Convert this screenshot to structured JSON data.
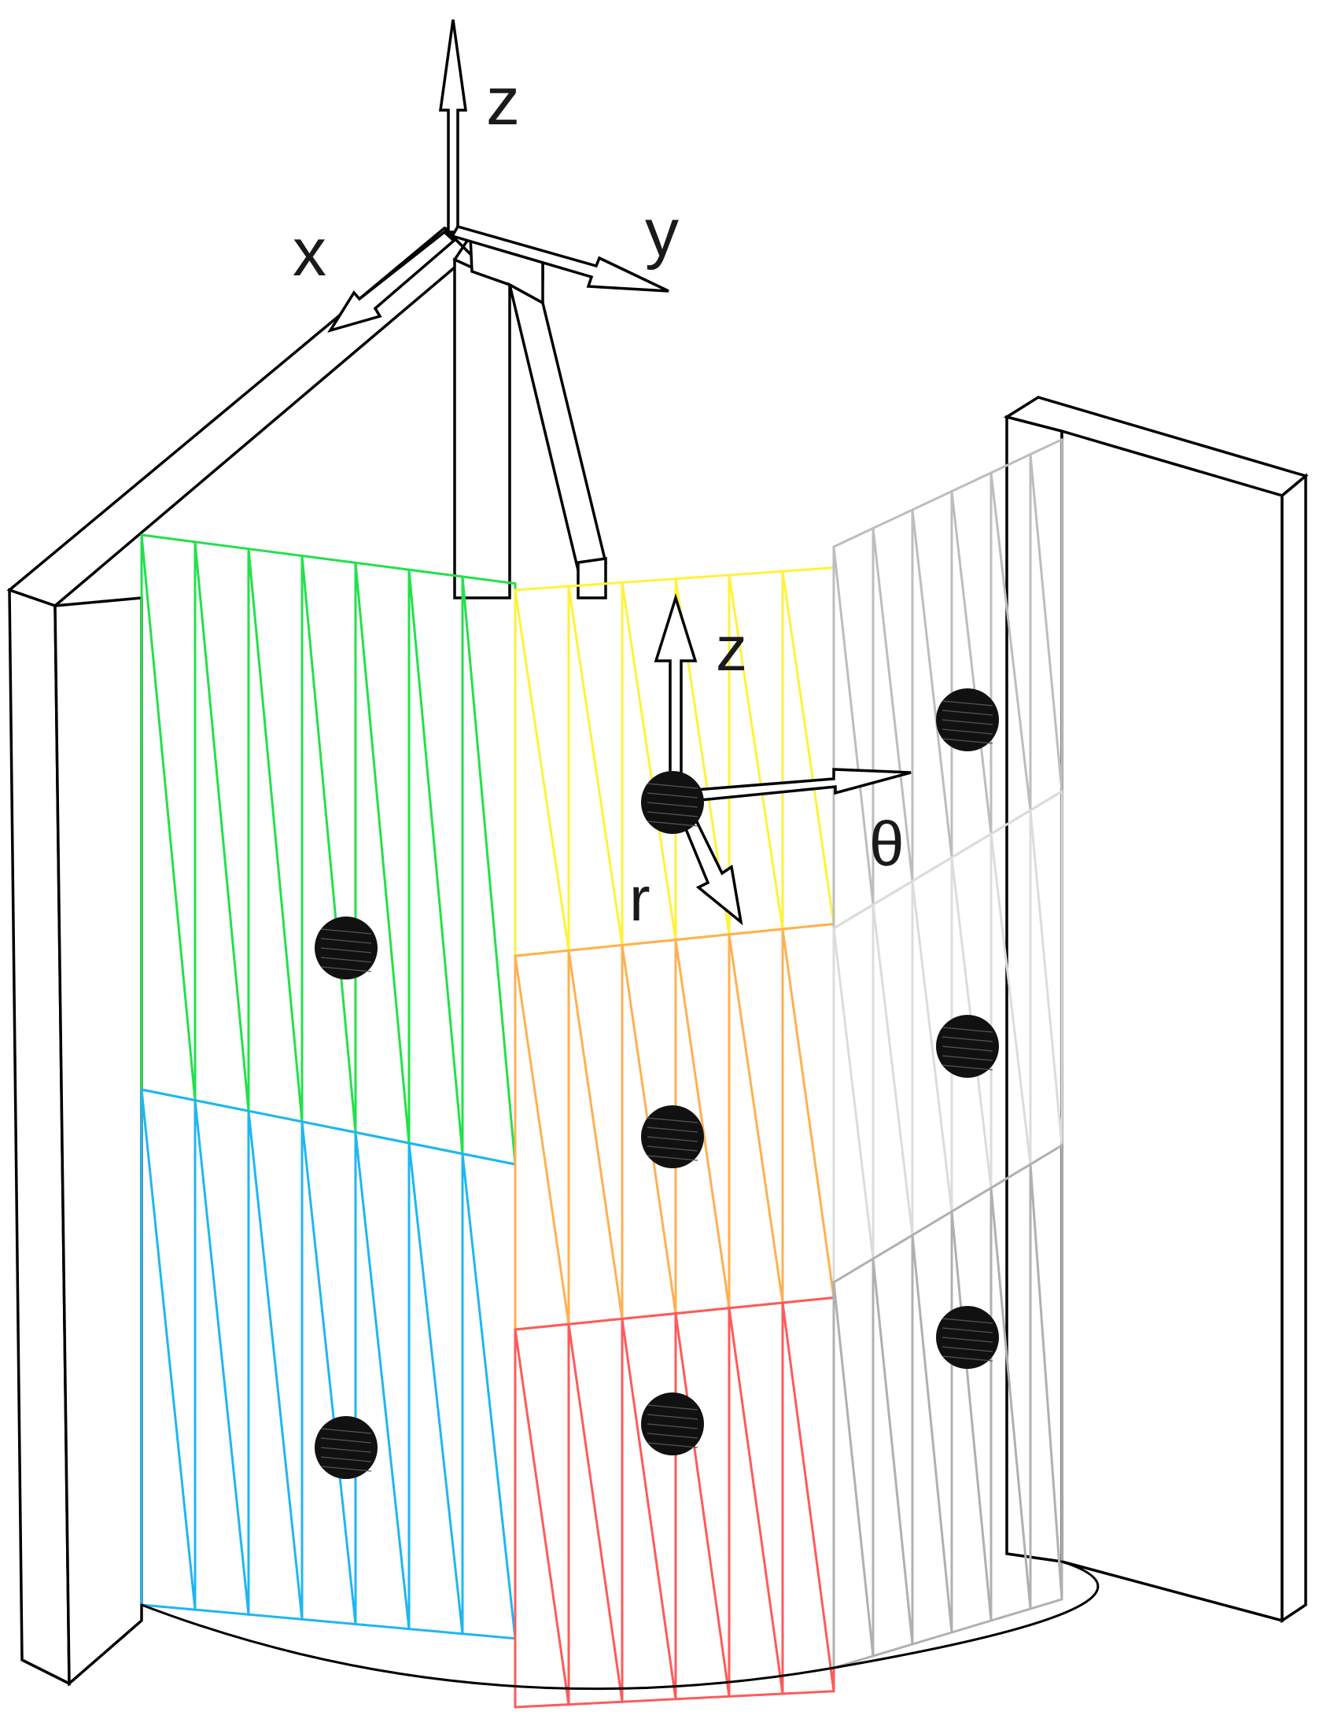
{
  "global_axes": {
    "z_label": "z",
    "x_label": "x",
    "y_label": "y"
  },
  "local_axes": {
    "z_label": "z",
    "theta_label": "θ",
    "r_label": "r"
  },
  "panel_colors": {
    "upper_left": "#22e14a",
    "lower_left": "#1fb6f2",
    "upper_middle": "#fff23a",
    "middle_middle": "#ffb052",
    "lower_middle": "#ff5a5a",
    "upper_right": "#bdbdbd",
    "middle_right": "#dcdcdc",
    "lower_right": "#b0b0b0",
    "frame": "#000000",
    "sensor": "#111111"
  },
  "sensor_count": 8,
  "icons": {
    "sensor": "sensor-sphere-icon"
  }
}
